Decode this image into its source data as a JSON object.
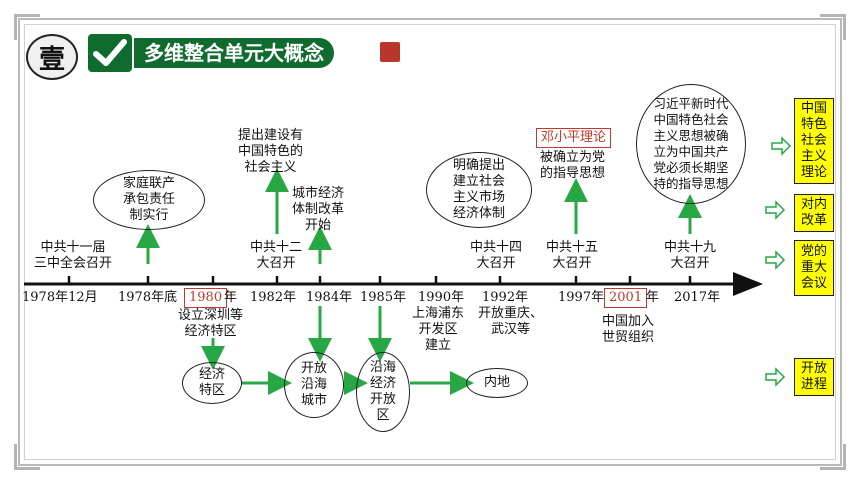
{
  "header": {
    "section_number": "壹",
    "title": "多维整合单元大概念"
  },
  "timeline": {
    "years": [
      {
        "id": "y1978-12",
        "label": "1978年12月"
      },
      {
        "id": "y1978",
        "label": "1978年底"
      },
      {
        "id": "y1980",
        "label": "1980",
        "suffix": "年"
      },
      {
        "id": "y1982",
        "label": "1982年"
      },
      {
        "id": "y1984",
        "label": "1984年"
      },
      {
        "id": "y1985",
        "label": "1985年"
      },
      {
        "id": "y1990",
        "label": "1990年"
      },
      {
        "id": "y1992",
        "label": "1992年"
      },
      {
        "id": "y1997",
        "label": "1997年"
      },
      {
        "id": "y2001",
        "label": "2001",
        "suffix": "年"
      },
      {
        "id": "y2017",
        "label": "2017年"
      }
    ],
    "meetings": {
      "m11": "中共十一届\n三中全会召开",
      "m12": "中共十二\n大召开",
      "m14": "中共十四\n大召开",
      "m15": "中共十五\n大召开",
      "m19": "中共十九\n大召开"
    },
    "reform": {
      "household": "家庭联产\n承包责任\n制实行",
      "urban": "城市经济\n体制改革\n开始",
      "market": "明确提出\n建立社会\n主义市场\n经济体制"
    },
    "theory": {
      "t1982": "提出建设有\n中国特色的\n社会主义",
      "deng_name": "邓小平理论",
      "deng_text": "被确立为党\n的指导思想",
      "xi": "习近平新时代\n中国特色社会\n主义思想被确\n立为中国共产\n党必须长期坚\n持的指导思想"
    },
    "opening": {
      "sez_set": "设立深圳等\n经济特区",
      "pudong": "上海浦东\n开发区\n建立",
      "chongqing": "开放重庆、\n武汉等",
      "wto": "中国加入\n世贸组织",
      "chain": [
        "经济\n特区",
        "开放\n沿海\n城市",
        "沿海\n经济\n开放\n区",
        "内地"
      ]
    }
  },
  "legend": [
    {
      "id": "theory",
      "label": "中国\n特色\n社会\n主义\n理论"
    },
    {
      "id": "reform",
      "label": "对内\n改革"
    },
    {
      "id": "meeting",
      "label": "党的\n重大\n会议"
    },
    {
      "id": "opening",
      "label": "开放\n进程"
    }
  ],
  "colors": {
    "arrow": "#27a844",
    "accent": "#0f6b2e",
    "red": "#c0392b",
    "legend_bg": "#ffff00"
  }
}
